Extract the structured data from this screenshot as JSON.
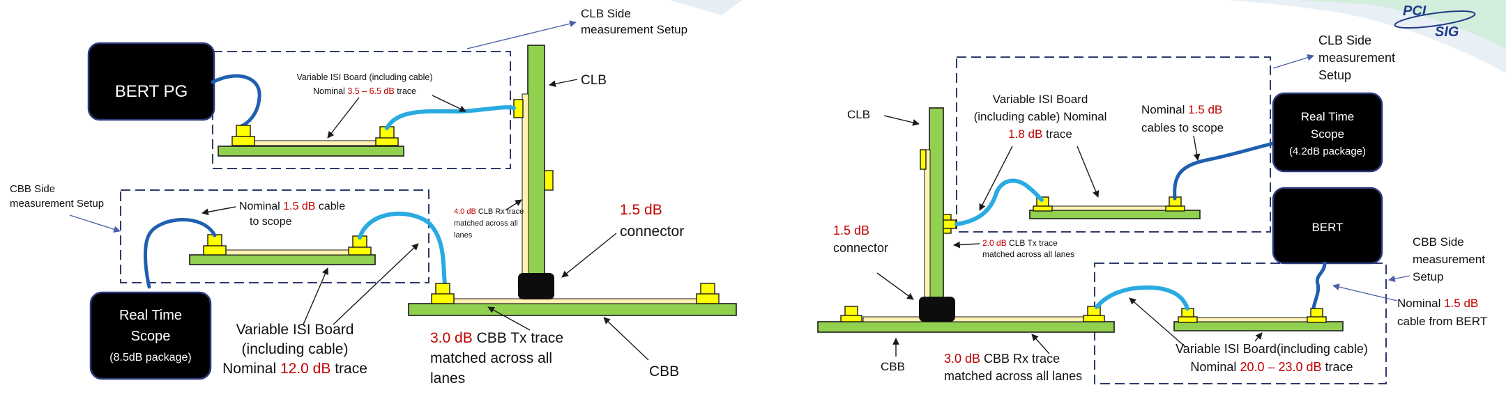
{
  "colors": {
    "board": "#92d050",
    "connector": "#ffff00",
    "cable_light": "#29abe2",
    "cable_dark": "#1f5fb0",
    "emphasis": "#c00000",
    "instrument": "#000000"
  },
  "logo": {
    "line1": "PCI",
    "line2": "SIG"
  },
  "left": {
    "clb_side": {
      "line1": "CLB Side",
      "line2": "measurement Setup"
    },
    "clb_label": "CLB",
    "bert_pg": "BERT PG",
    "isi_top": {
      "line1": "Variable ISI Board (including cable)",
      "prefix": "Nominal ",
      "value": "3.5 – 6.5 dB",
      "suffix": " trace"
    },
    "cbb_side": {
      "line1": "CBB Side",
      "line2": "measurement Setup"
    },
    "cable_note": {
      "prefix": "Nominal ",
      "value": "1.5 dB",
      "suffix": " cable",
      "line2": "to scope"
    },
    "clb_rx": {
      "value": "4.0 dB",
      "rest": " CLB Rx trace",
      "line2": "matched across all",
      "line3": "lanes"
    },
    "connector": {
      "value": "1.5 dB",
      "label": "connector"
    },
    "scope": {
      "line1": "Real Time",
      "line2": "Scope",
      "line3": "(8.5dB package)"
    },
    "isi_bottom": {
      "line1": "Variable ISI Board",
      "line2": "(including cable)",
      "prefix": "Nominal ",
      "value": "12.0 dB",
      "suffix": " trace"
    },
    "cbb_tx": {
      "value": "3.0 dB",
      "rest": " CBB Tx trace",
      "line2": "matched across all",
      "line3": "lanes"
    },
    "cbb_label": "CBB"
  },
  "right": {
    "clb_side": {
      "line1": "CLB Side",
      "line2": "measurement",
      "line3": "Setup"
    },
    "clb_label": "CLB",
    "isi_top": {
      "line1": "Variable ISI Board",
      "line2": "(including cable) Nominal",
      "value": "1.8 dB",
      "suffix": " trace"
    },
    "cable_note": {
      "prefix": "Nominal ",
      "value": "1.5 dB",
      "line2": "cables to scope"
    },
    "scope": {
      "line1": "Real Time",
      "line2": "Scope",
      "line3": "(4.2dB package)"
    },
    "bert": "BERT",
    "connector": {
      "value": "1.5 dB",
      "label": "connector"
    },
    "clb_tx": {
      "value": "2.0 dB",
      "rest": " CLB Tx trace",
      "line2": "matched across all lanes"
    },
    "cbb_side": {
      "line1": "CBB Side",
      "line2": "measurement",
      "line3": "Setup"
    },
    "bert_cable": {
      "prefix": "Nominal ",
      "value": "1.5 dB",
      "line2": "cable from BERT"
    },
    "isi_bottom": {
      "line1": "Variable ISI Board(including cable)",
      "prefix": "Nominal ",
      "value": "20.0 – 23.0 dB",
      "suffix": " trace"
    },
    "cbb_rx": {
      "value": "3.0 dB",
      "rest": " CBB Rx trace",
      "line2": "matched across all lanes"
    },
    "cbb_label": "CBB"
  }
}
